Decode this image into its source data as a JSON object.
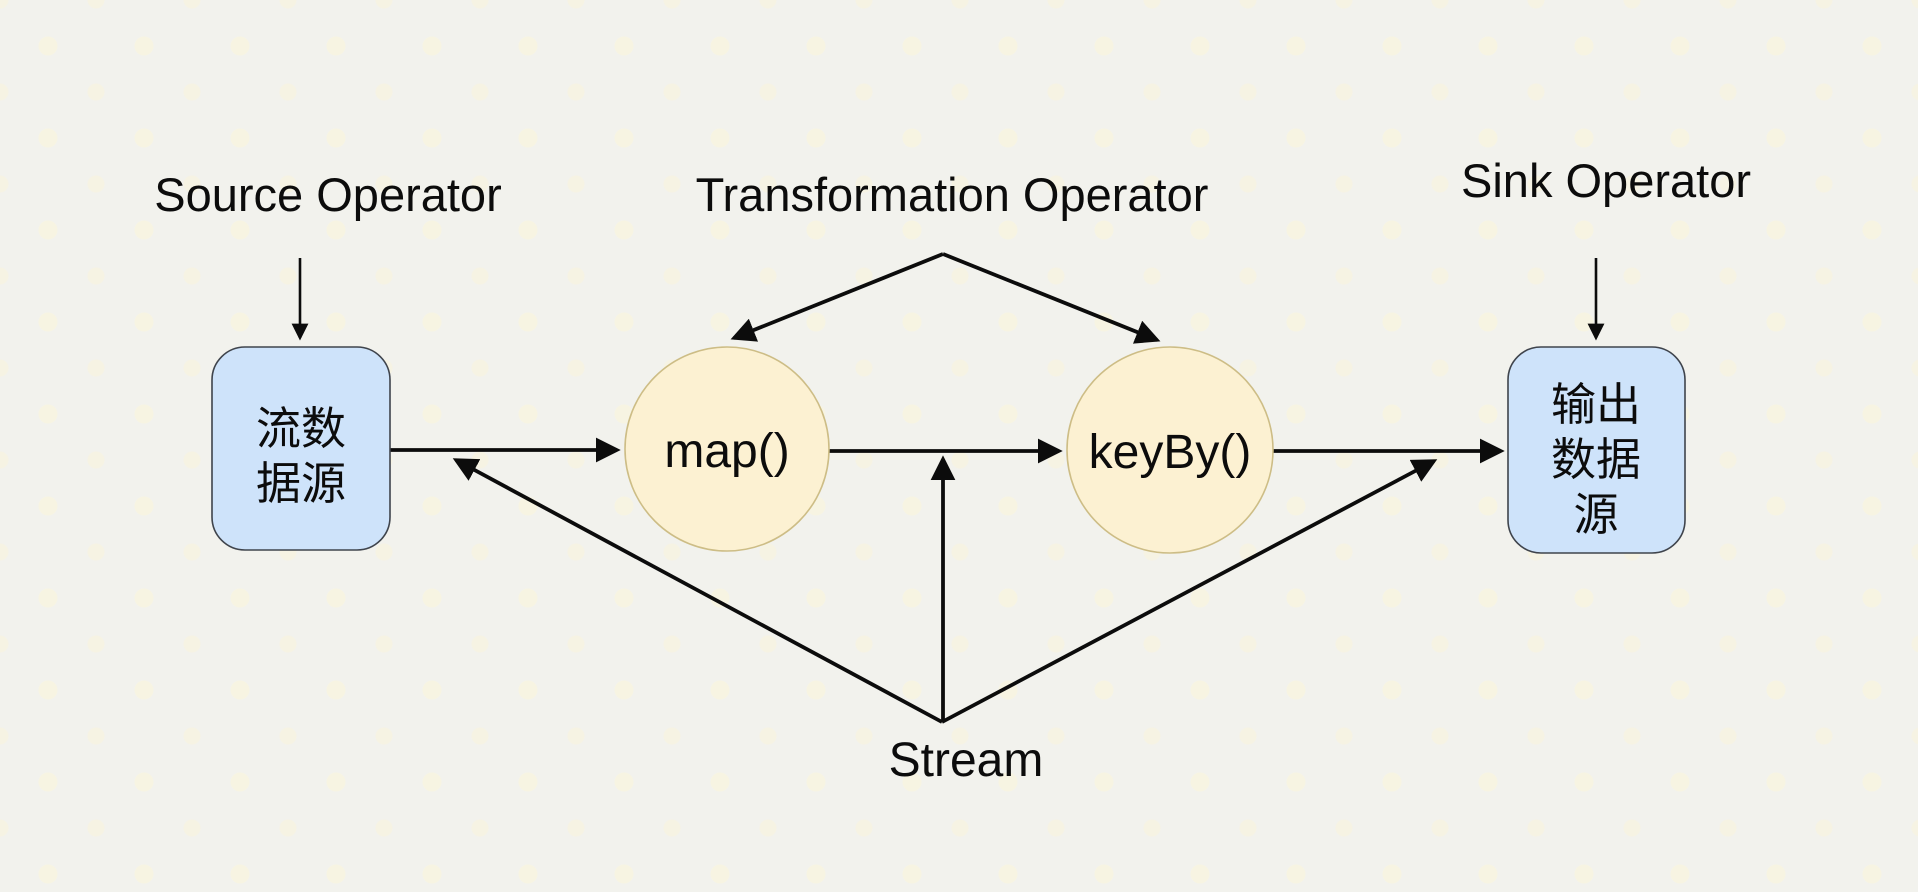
{
  "colors": {
    "background": "#f2f2ed",
    "background_dot": "#f7f4e2",
    "box_fill": "#cee3fa",
    "box_stroke": "#3f444c",
    "circle_fill": "#fcf1d2",
    "circle_stroke": "#cdbd86",
    "line": "#0c0c0c",
    "text": "#0c0c0c"
  },
  "labels": {
    "source_operator": "Source Operator",
    "transformation_operator": "Transformation Operator",
    "sink_operator": "Sink Operator",
    "stream": "Stream"
  },
  "nodes": {
    "source": {
      "line1": "流数",
      "line2": "据源"
    },
    "map": {
      "label": "map()"
    },
    "keyby": {
      "label": "keyBy()"
    },
    "sink": {
      "line1": "输出",
      "line2": "数据",
      "line3": "源"
    }
  }
}
